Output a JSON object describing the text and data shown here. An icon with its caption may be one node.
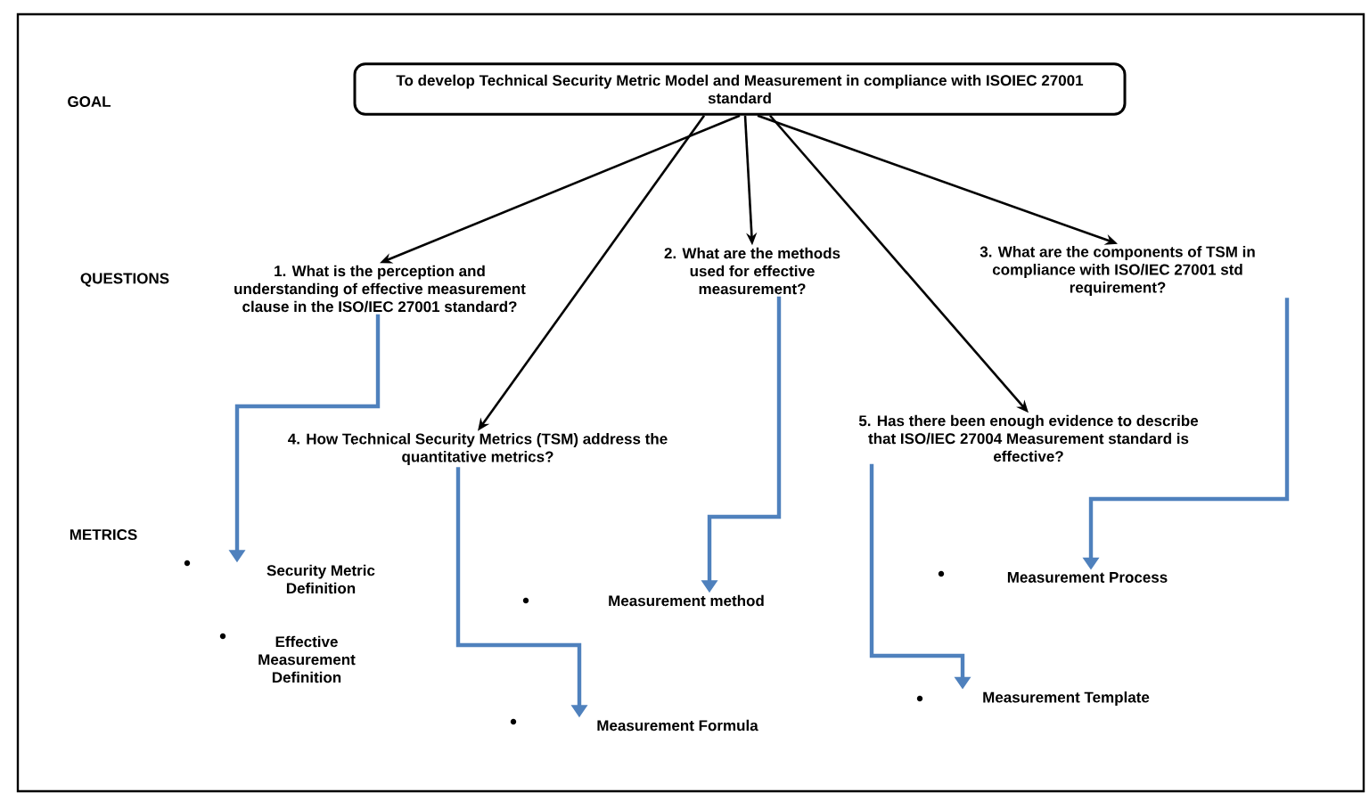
{
  "diagram": {
    "nodes": [
      {
        "text": [
          "To develop Technical Security Metric Model and Measurement in compliance with ISOIEC 27001  standard"
        ]
      },
      {
        "text": [
          "1. What is the perception and understanding of effective measurement clause in the ISO/IEC 27001 standard?"
        ]
      },
      {
        "text": [
          "2. What are the methods used for effective measurement?"
        ]
      },
      {
        "text": [
          "3. What are the components of TSM in compliance with ISO/IEC 27001 std requirement?"
        ]
      },
      {
        "text": [
          "4. How Technical Security Metrics (TSM) address the quantitative metrics?"
        ]
      },
      {
        "text": [
          "5. Has there been enough evidence to describe that ISO/IEC 27004 Measurement standard is effective?"
        ]
      },
      {
        "text": [
          "Security Metric Definition"
        ]
      },
      {
        "text": [
          "Effective Measurement Definition"
        ]
      },
      {
        "text": [
          "Measurement method"
        ]
      },
      {
        "text": [
          "Measurement Process"
        ]
      },
      {
        "text": [
          "Measurement Formula"
        ]
      },
      {
        "text": [
          "Measurement Template"
        ]
      }
    ],
    "edges": [
      {
        "from": 0,
        "to": 1,
        "arrow": "to"
      },
      {
        "from": 0,
        "to": 2,
        "arrow": "to"
      },
      {
        "from": 0,
        "to": 3,
        "arrow": "to"
      },
      {
        "from": 0,
        "to": 4,
        "arrow": "to"
      },
      {
        "from": 0,
        "to": 5,
        "arrow": "to"
      },
      {
        "from": 1,
        "to": 6,
        "arrow": "to",
        "color": "#4f81bd"
      },
      {
        "from": 2,
        "to": 8,
        "arrow": "to",
        "color": "#4f81bd"
      },
      {
        "from": 3,
        "to": 9,
        "arrow": "to",
        "color": "#4f81bd"
      },
      {
        "from": 4,
        "to": 10,
        "arrow": "to",
        "color": "#4f81bd"
      },
      {
        "from": 5,
        "to": 11,
        "arrow": "to",
        "color": "#4f81bd"
      }
    ],
    "labels": [
      "GOAL",
      "QUESTIONS",
      "METRICS"
    ]
  }
}
